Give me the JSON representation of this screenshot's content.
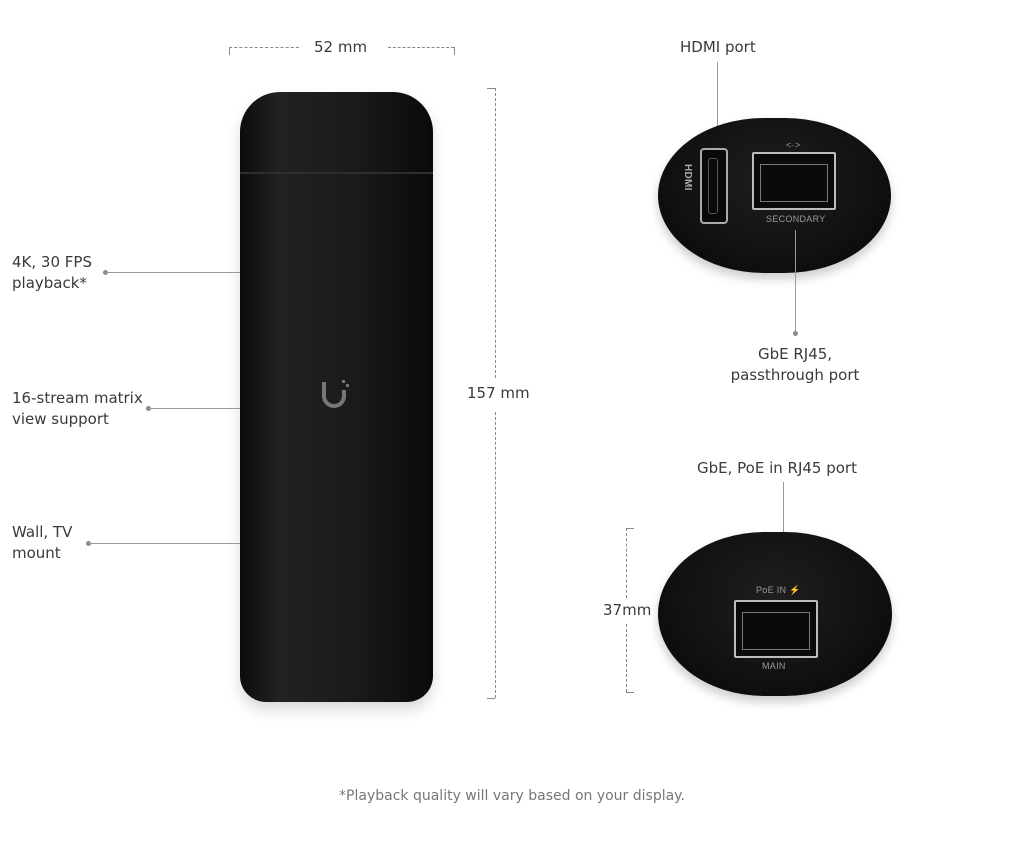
{
  "dimensions": {
    "width": "52 mm",
    "height": "157 mm",
    "depth": "37mm"
  },
  "features": [
    {
      "line1": "4K, 30 FPS",
      "line2": "playback*"
    },
    {
      "line1": "16-stream matrix",
      "line2": "view support"
    },
    {
      "line1": "Wall, TV",
      "line2": "mount"
    }
  ],
  "ports": {
    "hdmi_label": "HDMI port",
    "secondary_label_1": "GbE RJ45,",
    "secondary_label_2": "passthrough port",
    "main_label": "GbE, PoE in RJ45 port",
    "hdmi_print": "HDMI",
    "secondary_print": "SECONDARY",
    "poe_print": "PoE IN ⚡",
    "main_print": "MAIN"
  },
  "footnote": "*Playback quality will vary based on your display."
}
